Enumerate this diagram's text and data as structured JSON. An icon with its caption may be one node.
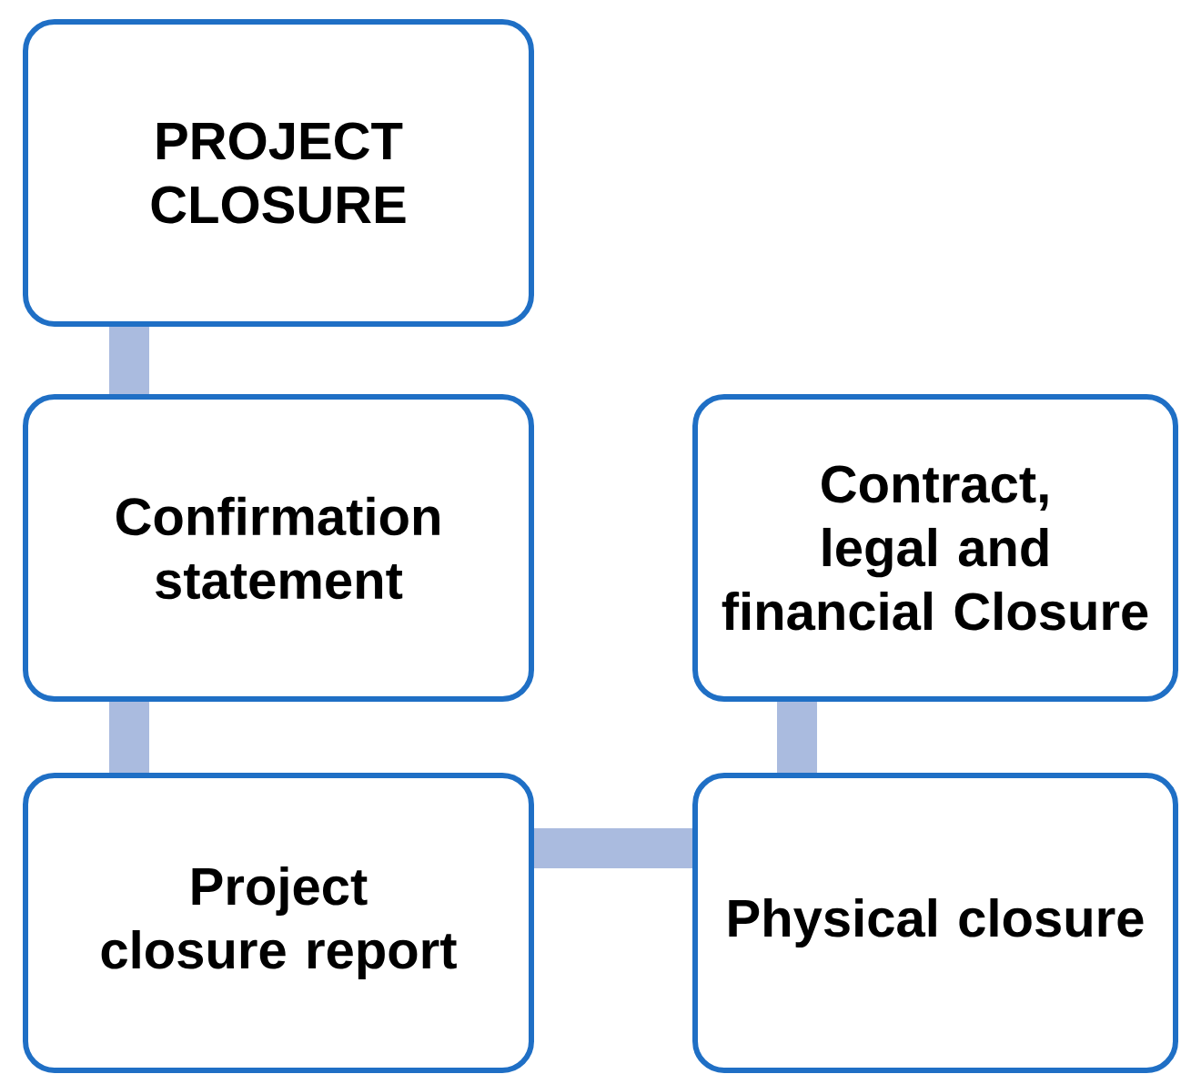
{
  "diagram": {
    "nodes": [
      {
        "text": [
          "PROJECT CLOSURE"
        ]
      },
      {
        "text": [
          "Confirmation statement"
        ]
      },
      {
        "text": [
          "Contract, legal and financial Closure"
        ]
      },
      {
        "text": [
          "Project closure report"
        ]
      },
      {
        "text": [
          "Physical closure"
        ]
      }
    ],
    "edges": [
      {
        "from": 0,
        "to": 1,
        "arrow": "none"
      },
      {
        "from": 1,
        "to": 3,
        "arrow": "none"
      },
      {
        "from": 3,
        "to": 4,
        "arrow": "none"
      },
      {
        "from": 2,
        "to": 4,
        "arrow": "none"
      }
    ]
  }
}
